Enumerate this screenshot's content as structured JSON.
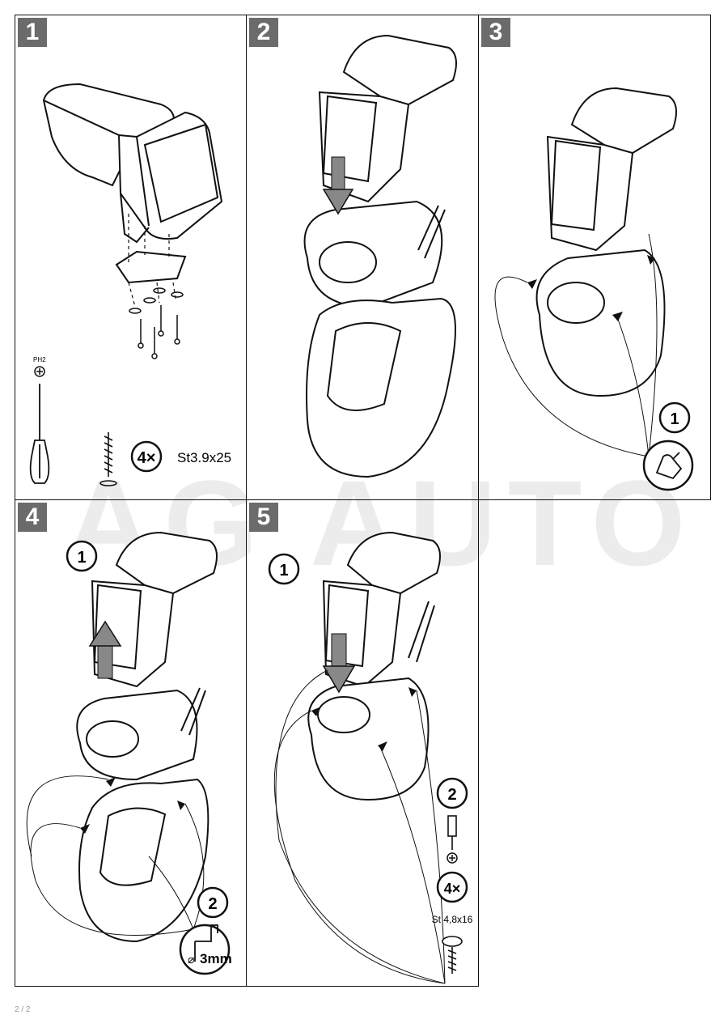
{
  "watermark": "AG AUTO",
  "steps": {
    "s1": {
      "number": "1",
      "tool_label": "PH2",
      "count": "4×",
      "screw_spec": "St3.9x25"
    },
    "s2": {
      "number": "2"
    },
    "s3": {
      "number": "3",
      "sub1": "1"
    },
    "s4": {
      "number": "4",
      "sub1": "1",
      "sub2": "2",
      "drill": "3mm",
      "diameter_symbol": "⌀"
    },
    "s5": {
      "number": "5",
      "sub1": "1",
      "sub2": "2",
      "count": "4×",
      "screw_spec": "St 4,8x16"
    }
  },
  "footer": "2 / 2",
  "icons": [
    "armrest-illustration",
    "screwdriver-icon",
    "screw-icon",
    "phillips-icon",
    "hand-press-icon",
    "drill-bit-icon",
    "arrow-down-icon",
    "arrow-up-icon"
  ]
}
